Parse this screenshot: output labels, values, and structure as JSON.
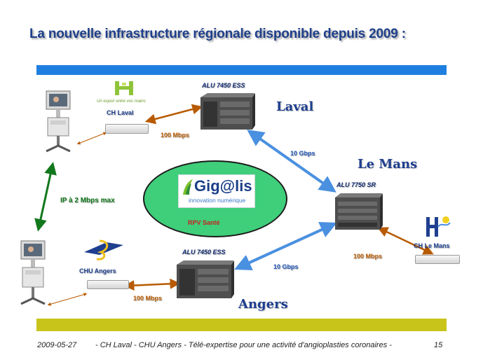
{
  "slide": {
    "title": "La nouvelle infrastructure régionale disponible depuis 2009 :"
  },
  "nodes": {
    "laval": {
      "city": "Laval",
      "router": "ALU 7450 ESS",
      "site": "CH Laval",
      "logo_tagline": "Un espoir entre vos mains"
    },
    "le_mans": {
      "city": "Le Mans",
      "router": "ALU 7750 SR",
      "site": "CH Le Mans"
    },
    "angers": {
      "city": "Angers",
      "router": "ALU 7450 ESS",
      "site": "CHU Angers"
    }
  },
  "links": {
    "laval_site": "100 Mbps",
    "laval_lemans": "10 Gbps",
    "lemans_site": "100 Mbps",
    "angers_lemans": "10 Gbps",
    "angers_site": "100 Mbps",
    "laval_angers_sites": "IP à 2 Mbps max"
  },
  "network": {
    "logo_word": "Gig@lis",
    "logo_sub": "innovation numérique",
    "rpv_label": "RPV Santé"
  },
  "footer": {
    "date": "2009-05-27",
    "text": "- CH Laval - CHU Angers - Télé-expertise pour une activité d'angioplasties coronaires -",
    "page": "15"
  },
  "colors": {
    "title": "#1e3f8a",
    "top_band": "#1f7fe0",
    "bottom_band": "#c8c41a",
    "cloud": "#3fce7a",
    "link_100mbps": "#b85a00",
    "link_10gbps": "#4a90e0",
    "link_2mbps": "#12781c"
  }
}
